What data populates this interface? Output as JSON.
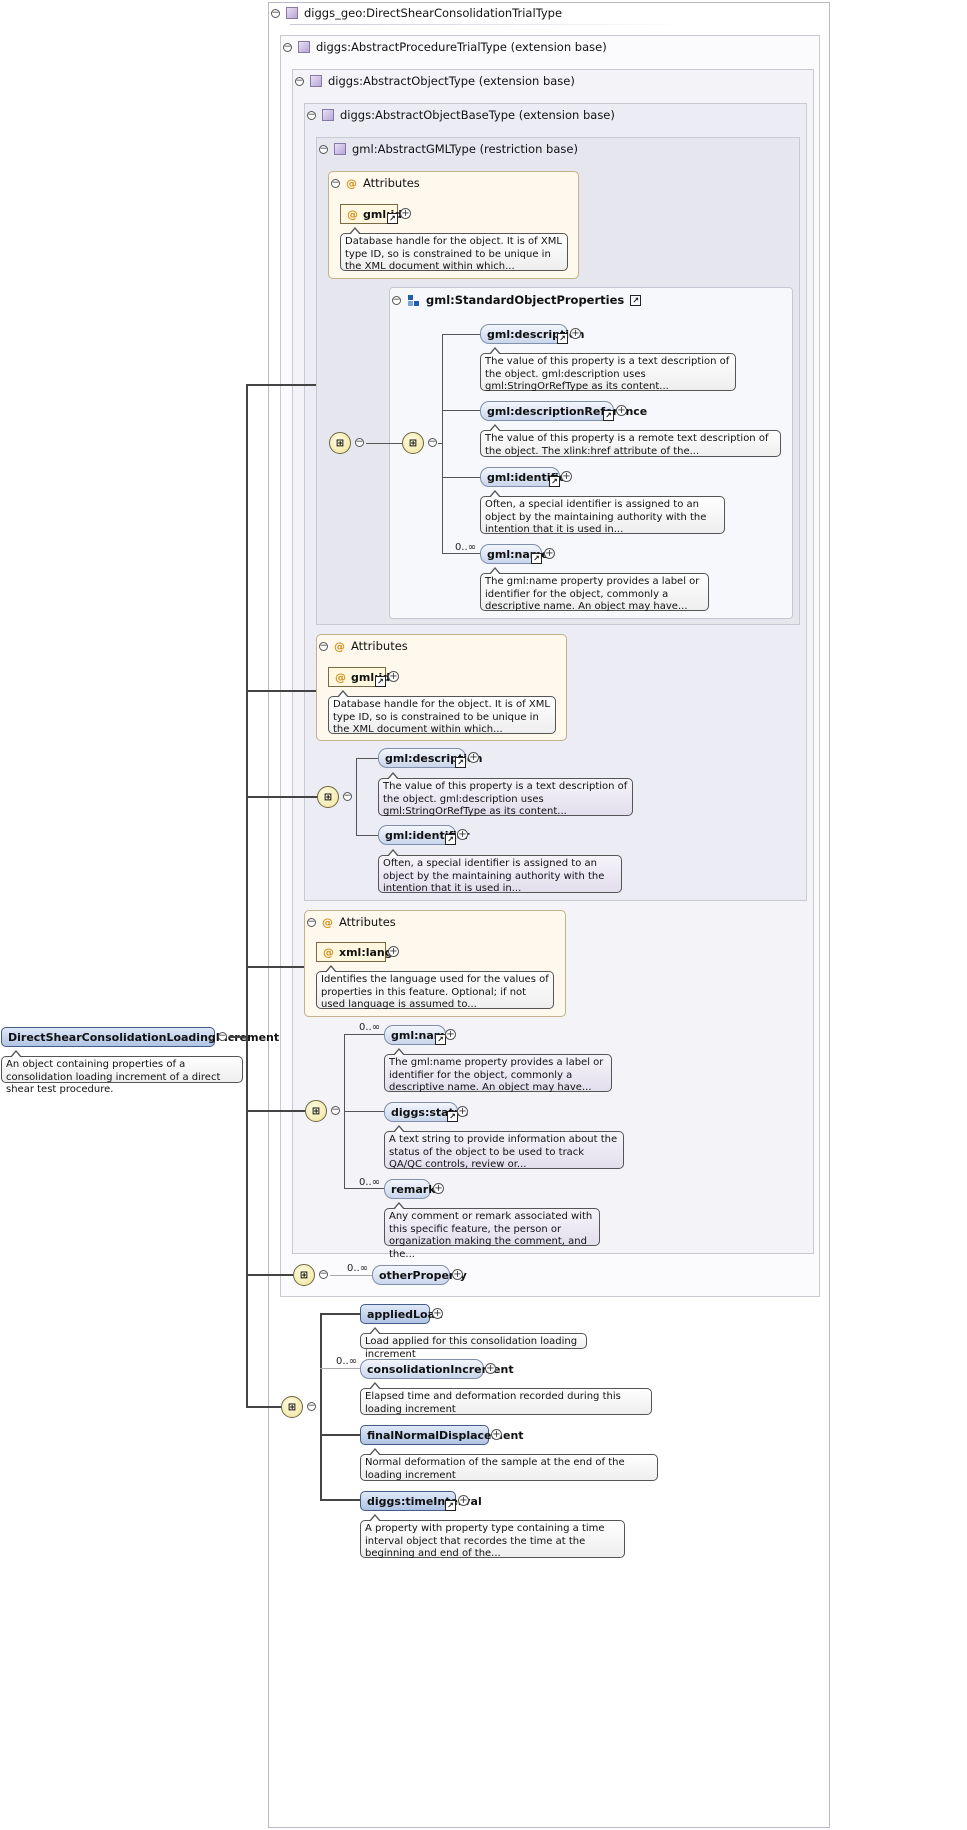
{
  "root": {
    "name": "DirectShearConsolidationLoadingIncrement",
    "doc": "An object containing properties of a consolidation loading increment of a direct shear test procedure."
  },
  "types": {
    "t1": "diggs_geo:DirectShearConsolidationTrialType",
    "t2": "diggs:AbstractProcedureTrialType (extension base)",
    "t3": "diggs:AbstractObjectType (extension base)",
    "t4": "diggs:AbstractObjectBaseType (extension base)",
    "t5": "gml:AbstractGMLType (restriction base)"
  },
  "attributes_label": "Attributes",
  "gml_id": {
    "name": "gml:id",
    "doc": "Database handle for the object. It is of XML type ID, so is constrained to be unique in the XML document within which..."
  },
  "group": {
    "name": "gml:StandardObjectProperties"
  },
  "gml_description": {
    "name": "gml:description",
    "doc": "The value of this property is a text description of the object. gml:description uses gml:StringOrRefType as its content..."
  },
  "gml_descriptionReference": {
    "name": "gml:descriptionReference",
    "doc": "The value of this property is a remote text description of the object. The xlink:href attribute of the..."
  },
  "gml_identifier": {
    "name": "gml:identifier",
    "doc": "Often, a special identifier is assigned to an object by the maintaining authority with the intention that it is used in..."
  },
  "gml_name": {
    "name": "gml:name",
    "doc": "The gml:name property provides a label or identifier for the object, commonly a descriptive name. An object may have..."
  },
  "xml_lang": {
    "name": "xml:lang",
    "doc": "Identifies the language used for the values of properties in this feature. Optional; if not used language is assumed to..."
  },
  "diggs_status": {
    "name": "diggs:status",
    "doc": "A text string to provide information about the status of the object to be used to track QA/QC controls, review or..."
  },
  "remark": {
    "name": "remark",
    "doc": "Any comment or remark associated with this specific feature, the person or organization making the comment, and the..."
  },
  "otherProperty": {
    "name": "otherProperty"
  },
  "appliedLoad": {
    "name": "appliedLoad",
    "doc": "Load applied for this consolidation loading increment"
  },
  "consolidationIncrement": {
    "name": "consolidationIncrement",
    "doc": "Elapsed time and deformation recorded during this loading increment"
  },
  "finalNormalDisplacement": {
    "name": "finalNormalDisplacement",
    "doc": "Normal deformation of the sample at the end of the loading increment"
  },
  "diggs_timeInterval": {
    "name": "diggs:timeInterval",
    "doc": "A property with property type containing a time interval object that recordes the time at the beginning and end of the..."
  },
  "cardinality": "0..∞",
  "icons": {
    "collapse": "minus-circle",
    "expand": "plus-circle",
    "reference": "arrow-ref",
    "sequence": "sequence-compositor",
    "attribute": "at-sign",
    "type": "complex-type-square"
  }
}
